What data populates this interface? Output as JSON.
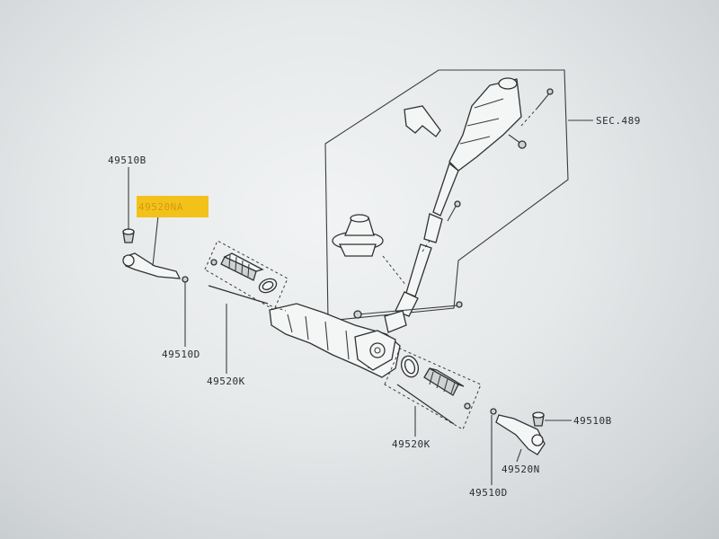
{
  "labels": {
    "sec": "SEC.489",
    "tie_rod_end_ball_left": "49510B",
    "tie_rod_end_highlighted": "49520NA",
    "nut_left": "49510D",
    "boot_kit_left": "49520K",
    "boot_kit_right": "49520K",
    "tie_rod_end_ball_right": "49510B",
    "tie_rod_end_right": "49520N",
    "nut_right": "49510D"
  },
  "colors": {
    "highlight": "#f3c21a",
    "line": "#3a3d40"
  }
}
